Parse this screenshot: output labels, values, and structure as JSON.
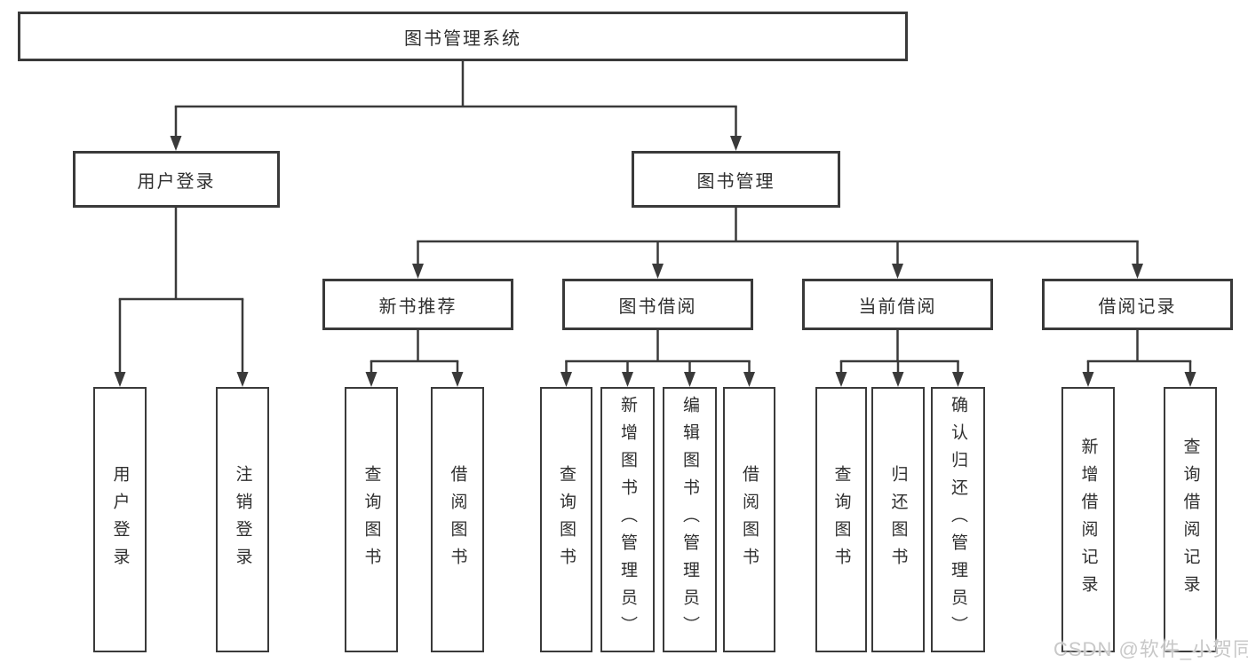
{
  "diagram": {
    "root": "图书管理系统",
    "level2": {
      "user_login": "用户登录",
      "book_mgmt": "图书管理"
    },
    "level3": {
      "new_books": "新书推荐",
      "borrowing": "图书借阅",
      "current": "当前借阅",
      "records": "借阅记录"
    },
    "leaves": {
      "user_login": [
        "用户登录",
        "注销登录"
      ],
      "new_books": [
        "查询图书",
        "借阅图书"
      ],
      "borrowing": [
        "查询图书",
        "新增图书（管理员）",
        "编辑图书（管理员）",
        "借阅图书"
      ],
      "current": [
        "查询图书",
        "归还图书",
        "确认归还（管理员）"
      ],
      "records": [
        "新增借阅记录",
        "查询借阅记录"
      ]
    }
  },
  "watermark": "CSDN @软件_小贺同学",
  "colors": {
    "bg": "#ffffff",
    "line": "#3a3a3a",
    "text": "#2f2f2f",
    "watermark": "#c8c8c8"
  }
}
